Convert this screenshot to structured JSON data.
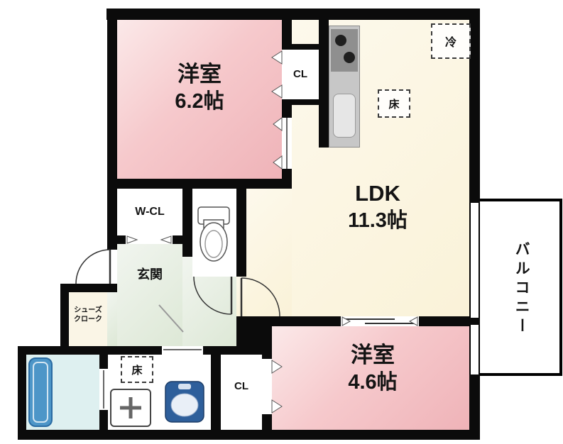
{
  "rooms": {
    "bedroom_top": {
      "name": "洋室",
      "size": "6.2帖"
    },
    "ldk": {
      "name": "LDK",
      "size": "11.3帖"
    },
    "bedroom_bottom": {
      "name": "洋室",
      "size": "4.6帖"
    },
    "closet_top": {
      "label": "CL"
    },
    "closet_bottom": {
      "label": "CL"
    },
    "walk_in_closet": {
      "label": "W-CL"
    },
    "entrance": {
      "label": "玄関"
    },
    "shoe_closet": {
      "line1": "シューズ",
      "line2": "クローク"
    },
    "balcony": {
      "label": "バルコニー"
    }
  },
  "markers": {
    "fridge": {
      "label": "冷"
    },
    "floor_ldk": {
      "label": "床"
    },
    "floor_washroom": {
      "label": "床"
    }
  },
  "colors": {
    "wall": "#0b0b0b",
    "bedroom_fill": "#f4c2c6",
    "ldk_fill": "#faf2d8",
    "entrance_fill": "#dde8d6",
    "bathroom_fill": "#def0f0",
    "bathtub": "#4d96c8",
    "washbasin": "#2e5f9b",
    "kitchen_counter": "#c7c7c7",
    "stove": "#8f8f8f"
  }
}
